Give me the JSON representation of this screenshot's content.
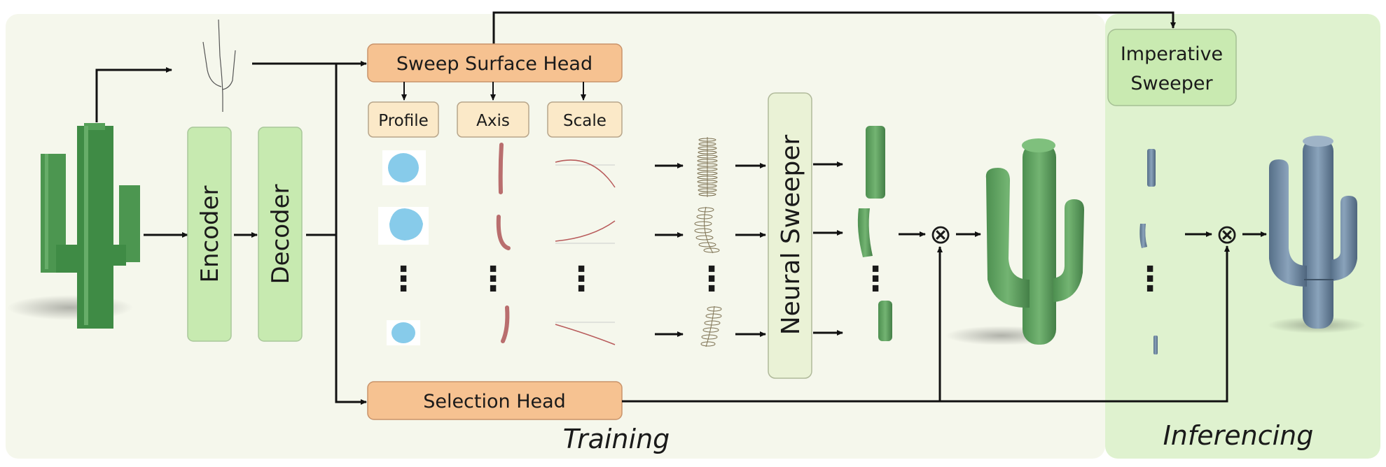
{
  "labels": {
    "encoder": "Encoder",
    "decoder": "Decoder",
    "sweep_surface_head": "Sweep Surface Head",
    "profile": "Profile",
    "axis": "Axis",
    "scale": "Scale",
    "neural_sweeper": "Neural Sweeper",
    "selection_head": "Selection Head",
    "imperative_sweeper_line1": "Imperative",
    "imperative_sweeper_line2": "Sweeper",
    "training": "Training",
    "inferencing": "Inferencing"
  },
  "symbols": {
    "ellipsis": "⋮",
    "combine": "⊗"
  },
  "colors": {
    "training_panel": "#f5f7ec",
    "inferencing_panel": "#dff2cf",
    "head_box": "#f6c291",
    "head_border": "#c9936a",
    "sub_box": "#fbe9c8",
    "enc_dec_box": "#c7eab0",
    "neural_sweeper_box": "#eaf2d6",
    "imperative_box": "#c9eab1",
    "cactus_green": "#5fa260",
    "cactus_voxel": "#3f8b45",
    "cactus_blue": "#6d8aa6",
    "profile_blue": "#87cbea",
    "axis_red": "#b96e6e"
  }
}
